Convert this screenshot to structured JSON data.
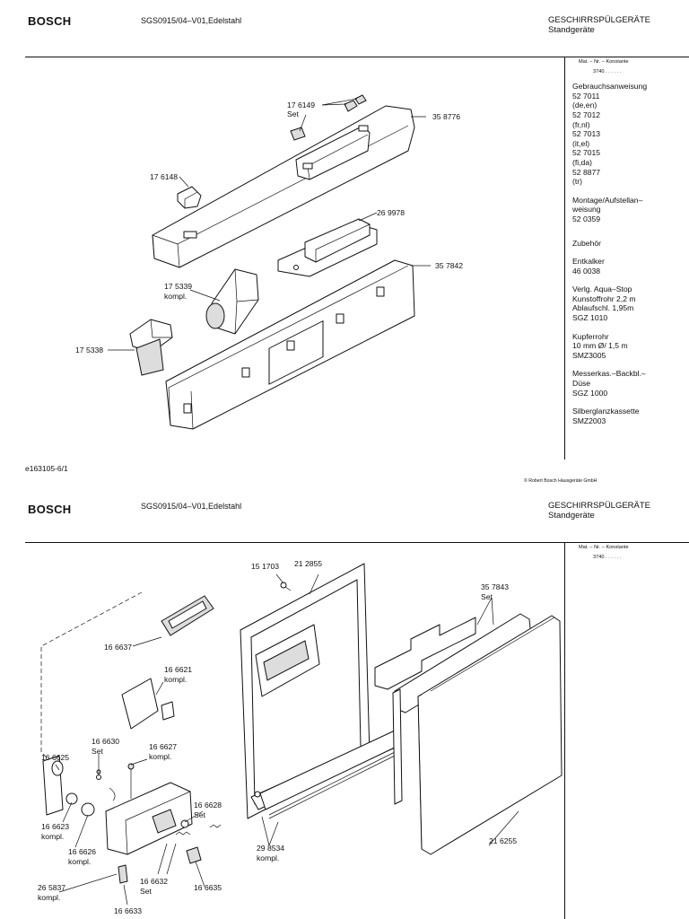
{
  "sheet1": {
    "brand": "BOSCH",
    "model": "SGS0915/04–V01,Edelstahl",
    "category": "GESCHIRRSPÜLGERÄTE",
    "subcategory": "Standgeräte",
    "side_head": "Mat. – Nr. – Konstante",
    "side_const": "3740  .  .  .  .  .  .",
    "side_blocks": [
      [
        "Gebrauchsanweisung",
        "52 7011",
        "(de,en)",
        "52 7012",
        "(fr,nl)",
        "52 7013",
        "(it,el)",
        "52 7015",
        "(fi,da)",
        "52 8877",
        "(tr)"
      ],
      [
        "Montage/Aufstellan–",
        "weisung",
        "52 0359"
      ],
      [
        "Zubehör"
      ],
      [
        "Entkalker",
        "46 0038"
      ],
      [
        "Verlg. Aqua–Stop",
        "Kunstoffrohr 2,2 m",
        "Ablaufschl. 1,95m",
        "SGZ 1010"
      ],
      [
        "Kupferrohr",
        "10 mm Ø/ 1,5 m",
        "SMZ3005"
      ],
      [
        "Messerkas.–Backbl.–",
        "Düse",
        "SGZ 1000"
      ],
      [
        "Silberglanzkassette",
        "SMZ2003"
      ]
    ],
    "figure_id": "e163105-6/1",
    "copyright": "© Robert Bosch Hausgeräte GmbH",
    "callouts": {
      "p176149": "17 6149",
      "set1": "Set",
      "p358776": "35 8776",
      "p176148": "17 6148",
      "p269978": "26 9978",
      "p357842": "35 7842",
      "p175339": "17 5339",
      "kompl1": "kompl.",
      "p175338": "17 5338"
    }
  },
  "sheet2": {
    "brand": "BOSCH",
    "model": "SGS0915/04–V01,Edelstahl",
    "category": "GESCHIRRSPÜLGERÄTE",
    "subcategory": "Standgeräte",
    "side_head": "Mat. – Nr. – Konstante",
    "side_const": "3740  .  .  .  .  .  .",
    "callouts": {
      "p151703": "15 1703",
      "p212855": "21 2855",
      "p357843": "35 7843",
      "set_a": "Set",
      "p166637": "16 6637",
      "p166621": "16 6621",
      "kompl_a": "kompl.",
      "p166630": "16 6630",
      "set_b": "Set",
      "p166627": "16 6627",
      "kompl_b": "kompl.",
      "p166625": "16 6625",
      "p166628": "16 6628",
      "set_c": "Set",
      "p166623": "16 6623",
      "kompl_c": "kompl.",
      "p166626": "16 6626",
      "kompl_d": "kompl.",
      "p298534": "29 8534",
      "kompl_e": "kompl.",
      "p216255": "21 6255",
      "p166632": "16 6632",
      "set_d": "Set",
      "p265837": "26 5837",
      "kompl_f": "kompl.",
      "p166635": "16 6635",
      "p166633": "16 6633"
    }
  }
}
